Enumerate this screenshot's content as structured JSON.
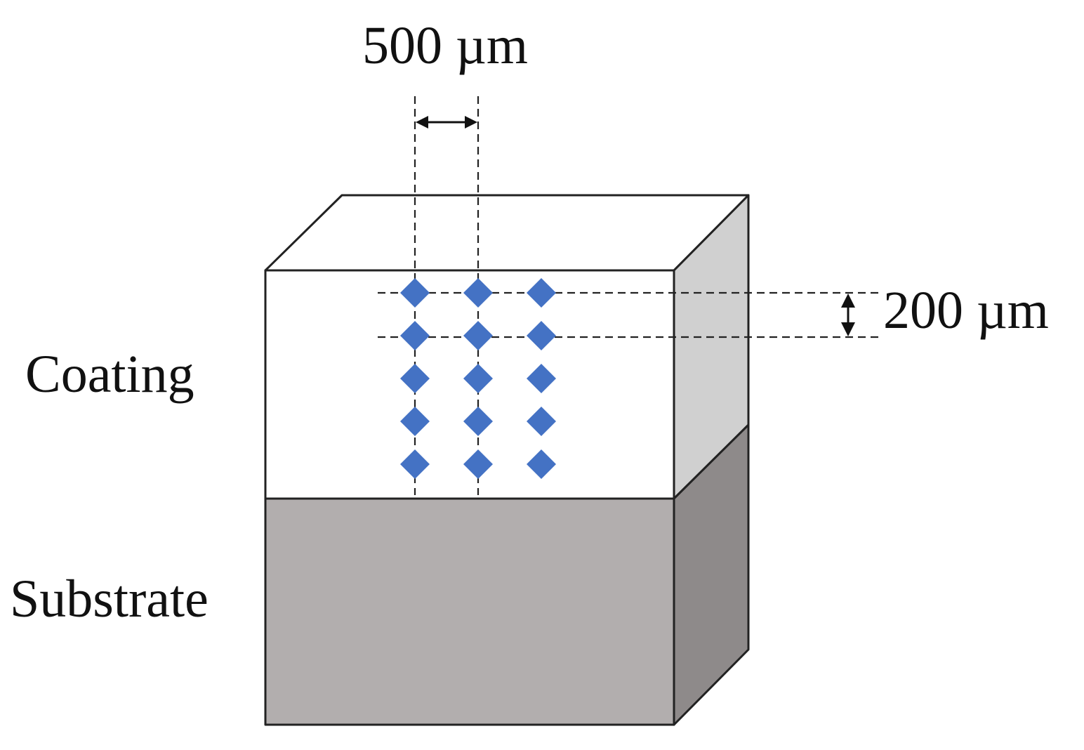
{
  "labels": {
    "horizontal_spacing": "500 µm",
    "vertical_spacing": "200 µm",
    "coating": "Coating",
    "substrate": "Substrate"
  },
  "indent_grid": {
    "rows": 5,
    "columns": 3
  },
  "colors": {
    "indent": "#4472c4",
    "coating_front": "#ffffff",
    "coating_side": "#d0d0d0",
    "substrate_front": "#b2aeae",
    "substrate_side": "#8e8a8a",
    "outline": "#222222"
  }
}
